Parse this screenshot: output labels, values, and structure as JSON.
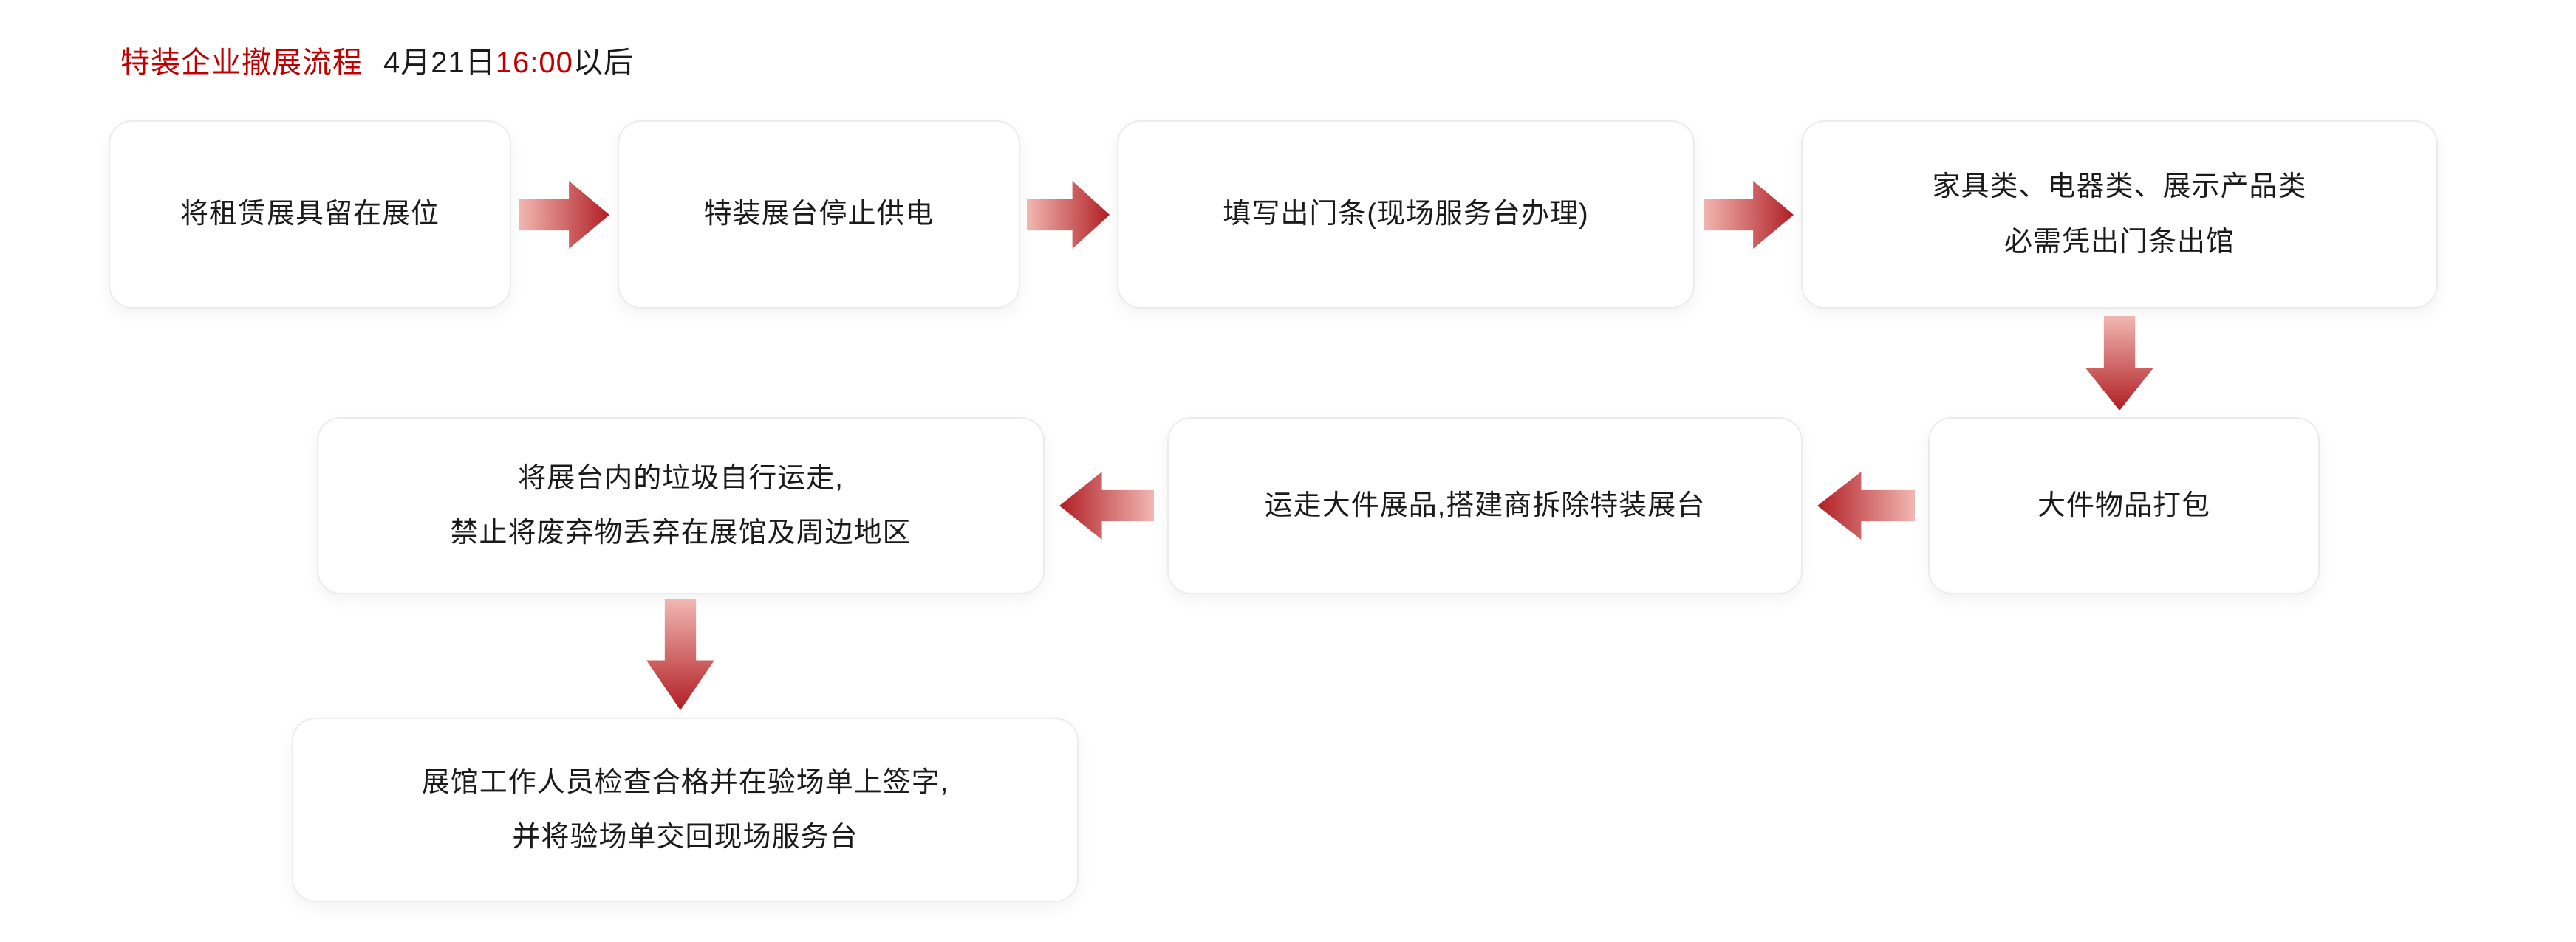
{
  "header": {
    "title": "特装企业撤展流程",
    "date_prefix": "4月21日",
    "time": "16:00",
    "date_suffix": "以后"
  },
  "colors": {
    "title_red": "#c00000",
    "text": "#1a1a1a",
    "box_border": "#ebebeb",
    "arrow_light": "#f2b7b2",
    "arrow_dark": "#b01e24",
    "page_bg": "#ffffff"
  },
  "nodes": [
    {
      "id": "step-1",
      "lines": [
        "将租赁展具留在展位"
      ]
    },
    {
      "id": "step-2",
      "lines": [
        "特装展台停止供电"
      ]
    },
    {
      "id": "step-3",
      "lines": [
        "填写出门条(现场服务台办理)"
      ]
    },
    {
      "id": "step-4",
      "lines": [
        "家具类、电器类、展示产品类",
        "必需凭出门条出馆"
      ]
    },
    {
      "id": "step-5",
      "lines": [
        "大件物品打包"
      ]
    },
    {
      "id": "step-6",
      "lines": [
        "运走大件展品,搭建商拆除特装展台"
      ]
    },
    {
      "id": "step-7",
      "lines": [
        "将展台内的垃圾自行运走,",
        "禁止将废弃物丢弃在展馆及周边地区"
      ]
    },
    {
      "id": "step-8",
      "lines": [
        "展馆工作人员检查合格并在验场单上签字,",
        "并将验场单交回现场服务台"
      ]
    }
  ],
  "arrows": [
    {
      "id": "arrow-1",
      "direction": "right"
    },
    {
      "id": "arrow-2",
      "direction": "right"
    },
    {
      "id": "arrow-3",
      "direction": "right"
    },
    {
      "id": "arrow-4",
      "direction": "down"
    },
    {
      "id": "arrow-5",
      "direction": "left"
    },
    {
      "id": "arrow-6",
      "direction": "left"
    },
    {
      "id": "arrow-7",
      "direction": "down"
    }
  ]
}
